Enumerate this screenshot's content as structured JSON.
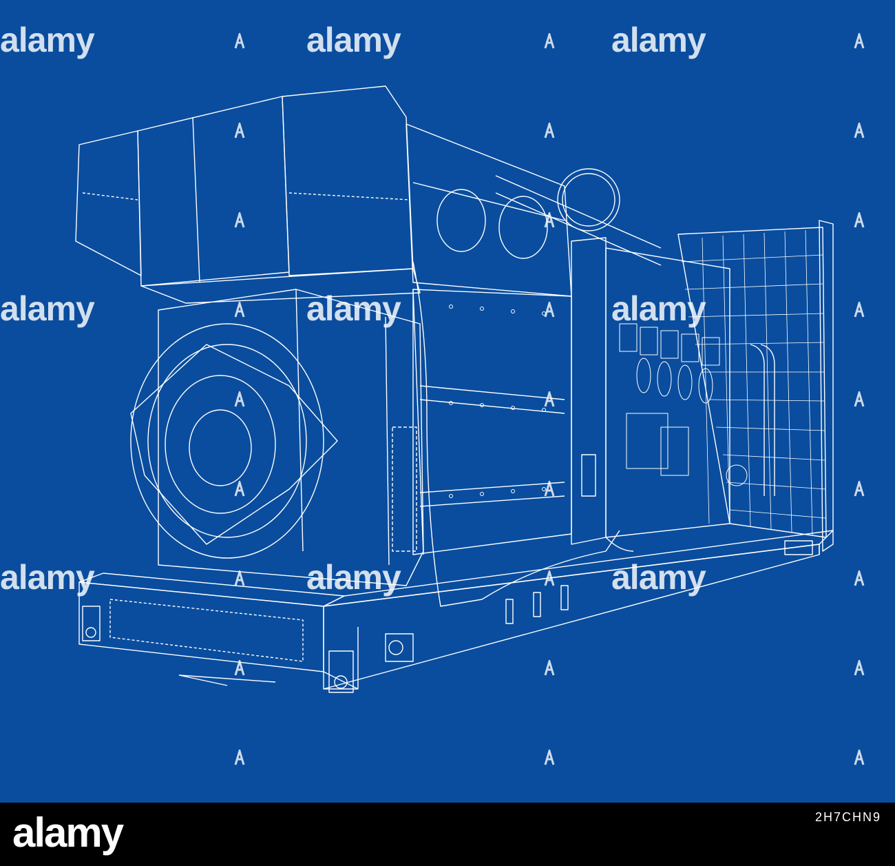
{
  "background_color": "#0a4d9e",
  "line_color": "#ffffff",
  "watermark": {
    "text": "alamy"
  },
  "footer": {
    "logo": "alamy",
    "image_id": "2H7CHN9",
    "background": "#000000"
  }
}
